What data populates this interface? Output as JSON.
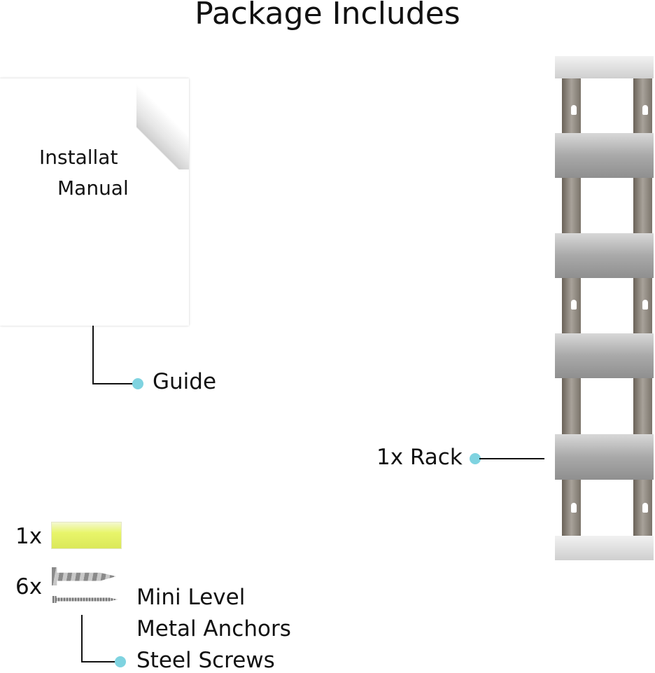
{
  "title": "Package Includes",
  "manual": {
    "line1": "Installat",
    "line2": "Manual"
  },
  "labels": {
    "guide": "Guide",
    "rack": "1x Rack",
    "level_qty": "1x",
    "anchor_qty": "6x",
    "mini_level": "Mini Level",
    "anchors": "Metal Anchors",
    "screws": "Steel Screws"
  },
  "colors": {
    "dot": "#7fd3e0",
    "level": "#e8f56a"
  }
}
